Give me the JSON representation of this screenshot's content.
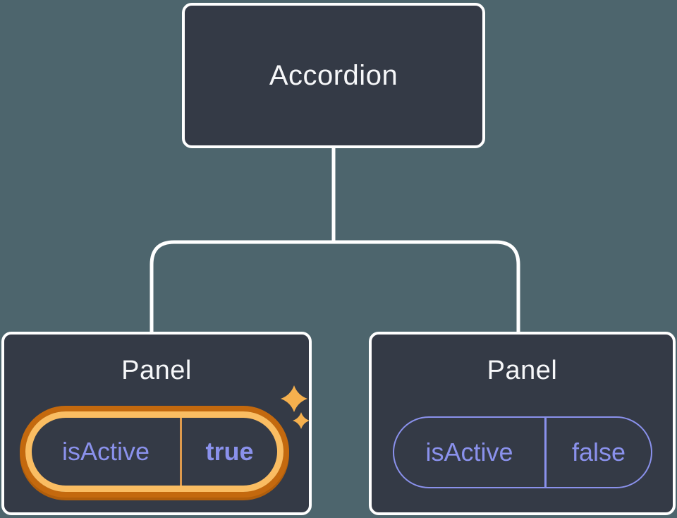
{
  "tree": {
    "root": {
      "label": "Accordion"
    },
    "children": [
      {
        "label": "Panel",
        "state": {
          "key": "isActive",
          "value": "true"
        },
        "highlighted": true,
        "has_sparkles": true
      },
      {
        "label": "Panel",
        "state": {
          "key": "isActive",
          "value": "false"
        },
        "highlighted": false,
        "has_sparkles": false
      }
    ]
  },
  "colors": {
    "background": "#4D656D",
    "card_fill": "#343A46",
    "card_border": "#FFFFFF",
    "label_text": "#F6F7F9",
    "connector": "#FFFFFF",
    "state_text": "#8A91EC",
    "state_border": "#8A91EC",
    "highlight_ring_outer": "#C4690E",
    "highlight_ring_inner": "#FABD62",
    "highlight_divider": "#DE9A4D",
    "sparkle": "#F5B04E"
  }
}
